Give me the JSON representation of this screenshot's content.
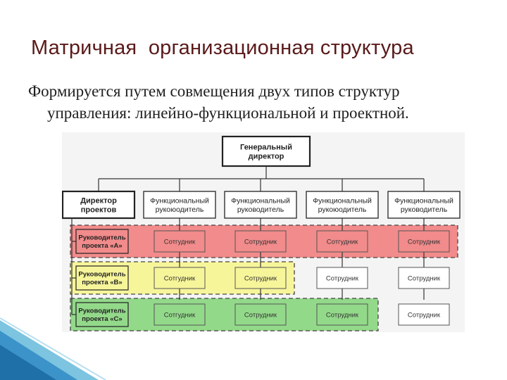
{
  "slide": {
    "title": "Матричная  организационная структура",
    "subtitle_line1": "Формируется путем совмещения двух типов структур",
    "subtitle_line2": "управления: линейно-функциональной и проектной."
  },
  "diagram": {
    "ceo": [
      "Генеральный",
      "директор"
    ],
    "projects_director": [
      "Директор",
      "проектов"
    ],
    "functional_heads": [
      [
        "Функциональный",
        "рукоюодитель"
      ],
      [
        "Функциональный",
        "руководитель"
      ],
      [
        "Функциональный",
        "рукоюодитель"
      ],
      [
        "Функциональный",
        "руководитель"
      ]
    ],
    "project_rows": [
      {
        "manager": [
          "Руководитель",
          "проекта «А»"
        ],
        "color": "#f28b8b",
        "employees": [
          "Сотгудник",
          "Сотрудник",
          "Сотгудник",
          "Сотрудник"
        ]
      },
      {
        "manager": [
          "Руководитель",
          "проекта «В»"
        ],
        "color": "#f7f59a",
        "employees": [
          "Сотгудник",
          "Сотрудник",
          "Сотрудник",
          "Сотрудник"
        ]
      },
      {
        "manager": [
          "Руководитель",
          "проекта «С»"
        ],
        "color": "#93d98a",
        "employees": [
          "Сотгудник",
          "Сотрудник",
          "Сотрудник",
          "Сотрудник"
        ]
      }
    ]
  }
}
